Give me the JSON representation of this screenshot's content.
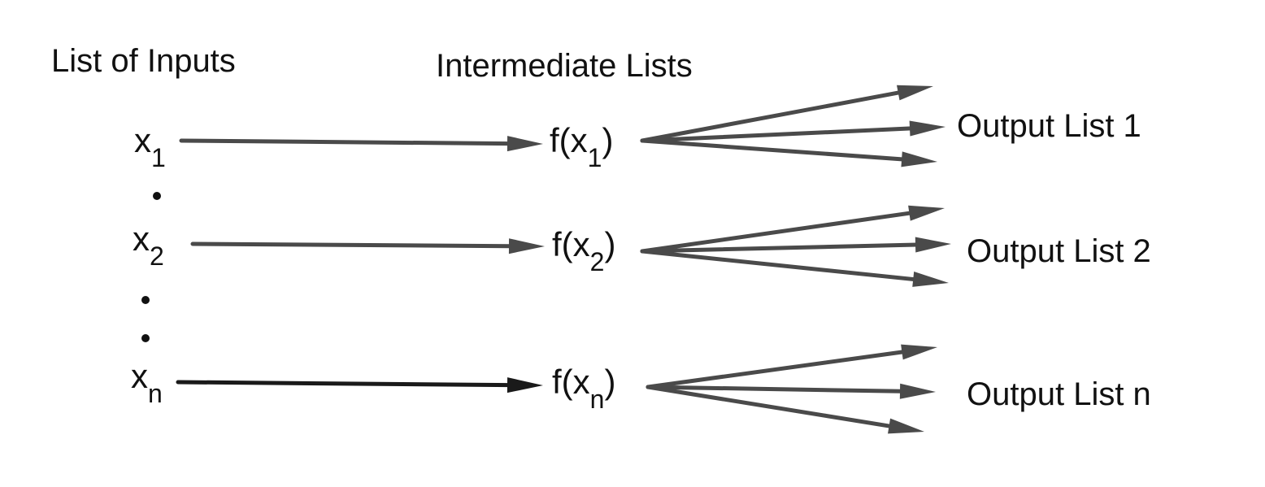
{
  "headings": {
    "inputs": "List of Inputs",
    "intermediate": "Intermediate Lists"
  },
  "inputs": [
    {
      "base": "x",
      "sub": "1"
    },
    {
      "base": "x",
      "sub": "2"
    },
    {
      "base": "x",
      "sub": "n"
    }
  ],
  "intermediates": [
    {
      "prefix": "f(x",
      "sub": "1",
      "suffix": ")"
    },
    {
      "prefix": "f(x",
      "sub": "2",
      "suffix": ")"
    },
    {
      "prefix": "f(x",
      "sub": "n",
      "suffix": ")"
    }
  ],
  "outputs": [
    "Output List 1",
    "Output List 2",
    "Output List n"
  ],
  "colors": {
    "arrow": "#4a4a4a",
    "arrow_dark": "#1a1a1a",
    "text": "#111111"
  }
}
